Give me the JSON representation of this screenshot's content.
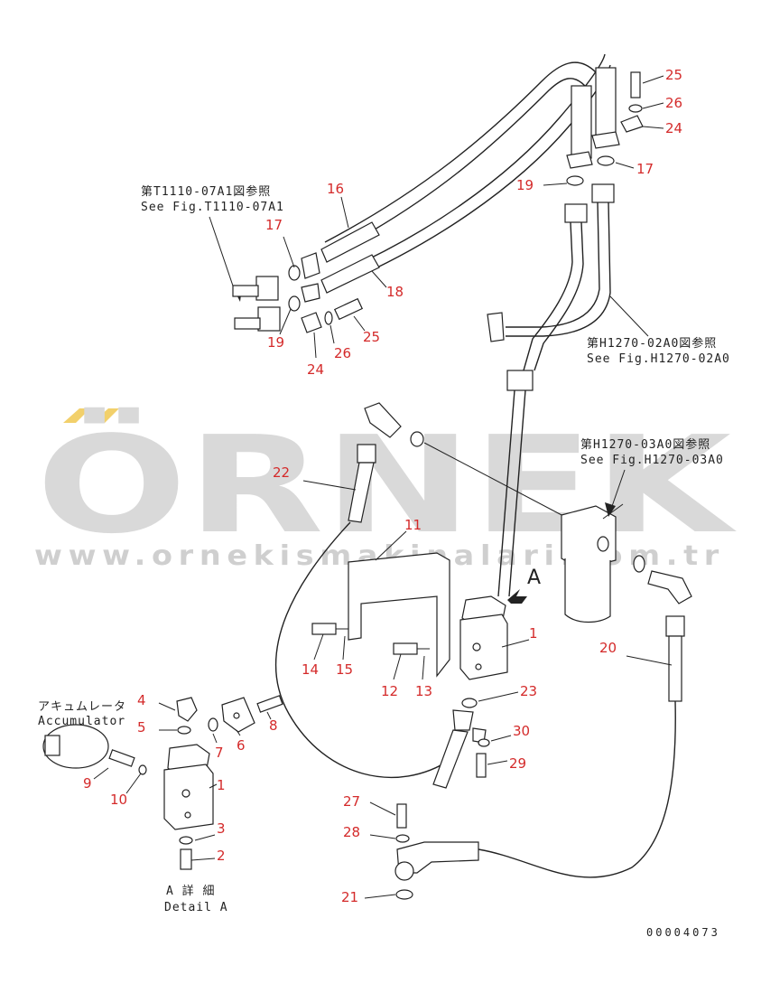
{
  "watermark": {
    "brand": "ÖRNEK",
    "url": "www.ornekismakinalari.com.tr",
    "accent_color": "#f2d06b",
    "text_color": "#d9d9d9"
  },
  "references": {
    "t1110_jp": "第T1110-07A1図参照",
    "t1110_en": "See Fig.T1110-07A1",
    "h1270_02_jp": "第H1270-02A0図参照",
    "h1270_02_en": "See Fig.H1270-02A0",
    "h1270_03_jp": "第H1270-03A0図参照",
    "h1270_03_en": "See Fig.H1270-03A0",
    "accumulator_jp": "アキュムレータ",
    "accumulator_en": "Accumulator",
    "detail_jp": "A 詳 細",
    "detail_en": "Detail A",
    "view_letter": "A"
  },
  "part_labels": {
    "p25a": "25",
    "p26a": "26",
    "p24a": "24",
    "p17a": "17",
    "p19a": "19",
    "p16": "16",
    "p17b": "17",
    "p18": "18",
    "p19b": "19",
    "p25b": "25",
    "p26b": "26",
    "p24b": "24",
    "p22": "22",
    "p11": "11",
    "p1a": "1",
    "p14": "14",
    "p15": "15",
    "p12": "12",
    "p13": "13",
    "p23": "23",
    "p20": "20",
    "p30": "30",
    "p29": "29",
    "p4": "4",
    "p5": "5",
    "p8": "8",
    "p6": "6",
    "p7": "7",
    "p1b": "1",
    "p9": "9",
    "p10": "10",
    "p3": "3",
    "p2": "2",
    "p27": "27",
    "p28": "28",
    "p21": "21"
  },
  "document_number": "00004073"
}
